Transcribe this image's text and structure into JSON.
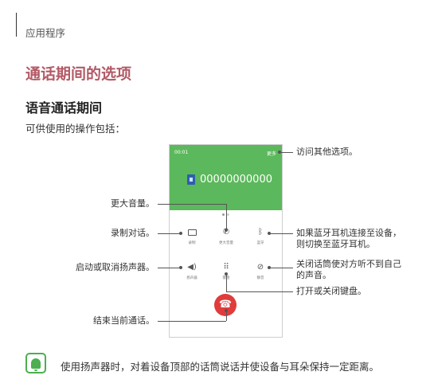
{
  "header": {
    "section": "应用程序"
  },
  "page_title": "通话期间的选项",
  "subsection_title": "语音通话期间",
  "intro": "可供使用的操作包括：",
  "phone": {
    "status_time": "00:01",
    "more": "更多",
    "number": "00000000000",
    "buttons": [
      {
        "label": "录制"
      },
      {
        "label": "更大音量"
      },
      {
        "label": "蓝牙"
      },
      {
        "label": "扬声器"
      },
      {
        "label": "键盘"
      },
      {
        "label": "静音"
      }
    ]
  },
  "callouts": {
    "more_options": "访问其他选项。",
    "extra_volume": "更大音量。",
    "record": "录制对话。",
    "bluetooth_line1": "如果蓝牙耳机连接至设备，",
    "bluetooth_line2": "则切换至蓝牙耳机。",
    "speaker": "启动或取消扬声器。",
    "mute_line1": "关闭话筒使对方听不到自己",
    "mute_line2": "的声音。",
    "keypad": "打开或关闭键盘。",
    "end_call": "结束当前通话。"
  },
  "note": {
    "text": "使用扬声器时，对着设备顶部的话筒说话并使设备与耳朵保持一定距离。"
  },
  "colors": {
    "title": "#b35a66",
    "phone_header": "#5cb85c",
    "end_call": "#e03c3c",
    "note_icon": "#4caf50"
  }
}
